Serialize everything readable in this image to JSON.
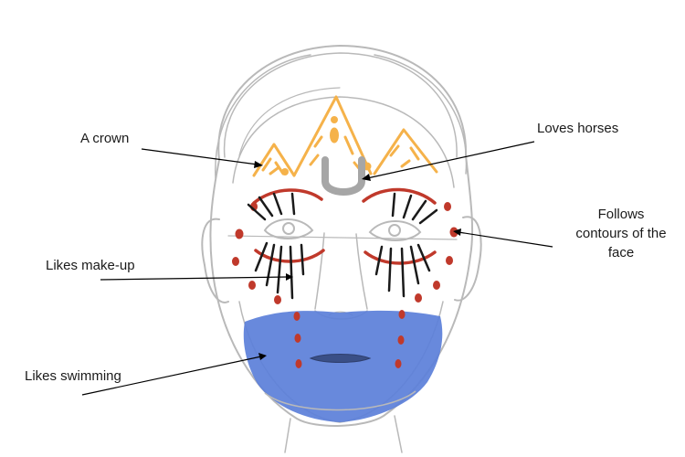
{
  "annotations": {
    "crown": "A crown",
    "horses": "Loves horses",
    "contours": "Follows\ncontours of the\nface",
    "makeup": "Likes make-up",
    "swimming": "Likes swimming"
  },
  "colors": {
    "sketch": "#b9b9b9",
    "crown": "#f5b24a",
    "horseshoe": "#a6a6a6",
    "face_paint_red": "#c0392b",
    "lash": "#1a1a1a",
    "water": "#5b7fd9",
    "pointer": "#000000"
  },
  "icons": {
    "horseshoe": "horseshoe-icon"
  }
}
